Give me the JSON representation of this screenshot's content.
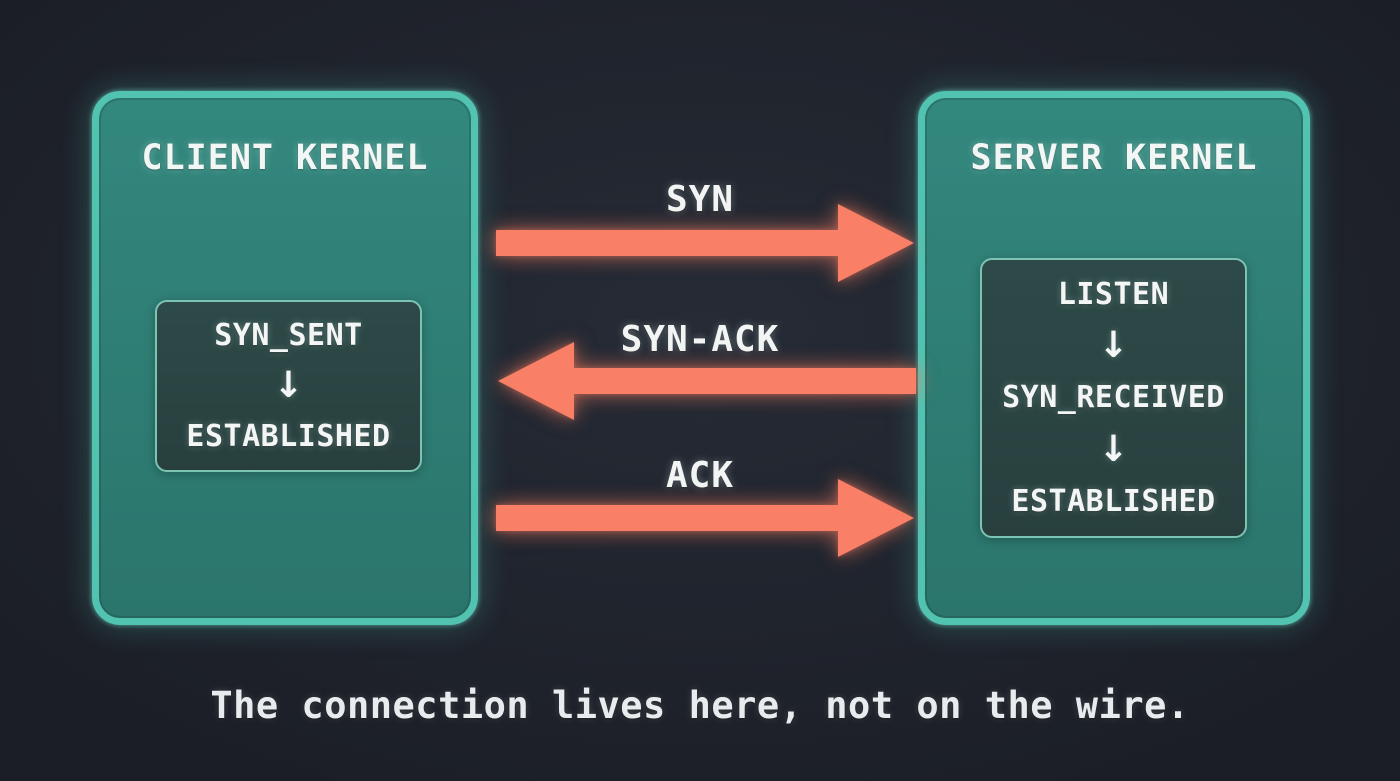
{
  "client_panel": {
    "title": "CLIENT KERNEL",
    "states": [
      "SYN_SENT",
      "ESTABLISHED"
    ]
  },
  "server_panel": {
    "title": "SERVER KERNEL",
    "states": [
      "LISTEN",
      "SYN_RECEIVED",
      "ESTABLISHED"
    ]
  },
  "messages": [
    {
      "label": "SYN",
      "direction": "right",
      "from": "client",
      "to": "server"
    },
    {
      "label": "SYN-ACK",
      "direction": "left",
      "from": "server",
      "to": "client"
    },
    {
      "label": "ACK",
      "direction": "right",
      "from": "client",
      "to": "server"
    }
  ],
  "caption": "The connection lives here, not on the wire.",
  "glyphs": {
    "down_arrow": "↓"
  },
  "colors": {
    "background": "#20242d",
    "panel_fill": "#2e7d74",
    "panel_border": "#53c3b1",
    "state_box_fill": "#2b4543",
    "state_box_border": "#7cc3b3",
    "arrow": "#f97f66",
    "text": "#f1f4f3"
  }
}
